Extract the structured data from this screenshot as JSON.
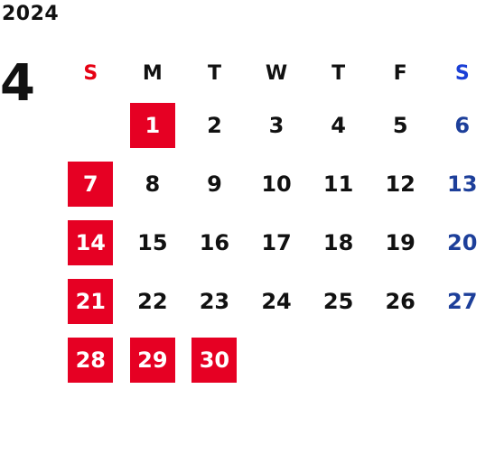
{
  "year": "2024",
  "month": "4",
  "colors": {
    "holiday_bg": "#e60023",
    "sunday_header": "#e60012",
    "saturday_header": "#1a3fd6",
    "saturday_text": "#1d3f9a",
    "weekday_text": "#111111"
  },
  "weekdays": [
    "S",
    "M",
    "T",
    "W",
    "T",
    "F",
    "S"
  ],
  "weeks": [
    [
      "",
      "1",
      "2",
      "3",
      "4",
      "5",
      "6"
    ],
    [
      "7",
      "8",
      "9",
      "10",
      "11",
      "12",
      "13"
    ],
    [
      "14",
      "15",
      "16",
      "17",
      "18",
      "19",
      "20"
    ],
    [
      "21",
      "22",
      "23",
      "24",
      "25",
      "26",
      "27"
    ],
    [
      "28",
      "29",
      "30",
      "",
      "",
      "",
      ""
    ]
  ],
  "highlighted_days": [
    "1",
    "7",
    "14",
    "21",
    "28",
    "29",
    "30"
  ]
}
